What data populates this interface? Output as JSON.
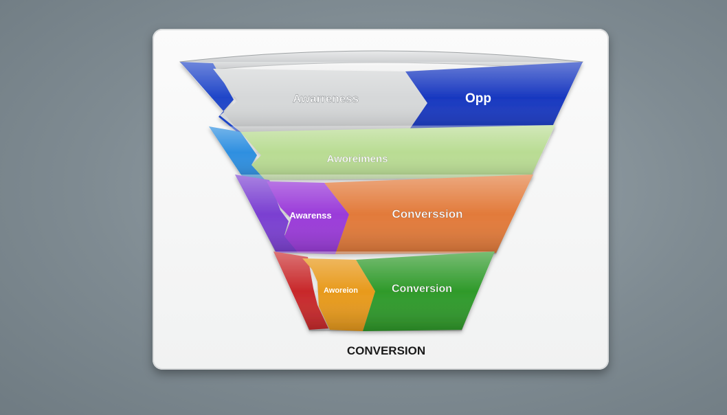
{
  "stages": [
    {
      "left_label": "Awarreness",
      "right_label": "Opp",
      "colors": {
        "left": "#1f45c8",
        "middle": "#d6d8d9",
        "right": "#1838c0"
      }
    },
    {
      "left_label": "",
      "right_label": "Aworeimens",
      "colors": {
        "left": "#2e8fe0",
        "right": "#b9dc93"
      }
    },
    {
      "left_label": "Awarenss",
      "right_label": "Converssion",
      "colors": {
        "left": "#7a3fd1",
        "middle": "#9a3bd9",
        "right": "#e27a3a"
      }
    },
    {
      "left_label": "Aworeion",
      "right_label": "Conversion",
      "colors": {
        "left": "#c8282a",
        "middle": "#e89a1c",
        "right": "#2f9a2a"
      }
    }
  ],
  "footer_label": "CONVERSION"
}
